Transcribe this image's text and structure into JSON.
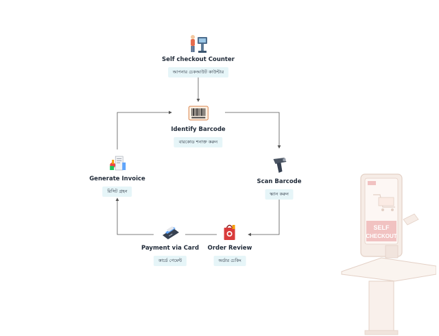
{
  "nodes": {
    "self_checkout": {
      "label": "Self checkout Counter",
      "sub": "আপনার চেকআউট কাউন্টার",
      "icon": "self-checkout-kiosk-icon"
    },
    "identify_barcode": {
      "label": "Identify Barcode",
      "sub": "বারকোড শনাক্ত করুন",
      "icon": "barcode-icon"
    },
    "scan_barcode": {
      "label": "Scan Barcode",
      "sub": "স্ক্যান করুন",
      "icon": "barcode-scanner-icon"
    },
    "order_review": {
      "label": "Order Review",
      "sub": "অর্ডার চেকিং",
      "icon": "shopping-bag-icon"
    },
    "payment_card": {
      "label": "Payment via Card",
      "sub": "কার্ডে পেমেন্ট",
      "icon": "card-terminal-icon"
    },
    "generate_invoice": {
      "label": "Generate Invoice",
      "sub": "রিসিট গ্রহন",
      "icon": "receipt-groceries-icon"
    }
  },
  "decoration": {
    "kiosk_text_line1": "SELF",
    "kiosk_text_line2": "CHECKOUT",
    "icon": "self-checkout-machine-icon"
  },
  "colors": {
    "sub_bg": "#e6f5f8",
    "arrow": "#555555"
  }
}
